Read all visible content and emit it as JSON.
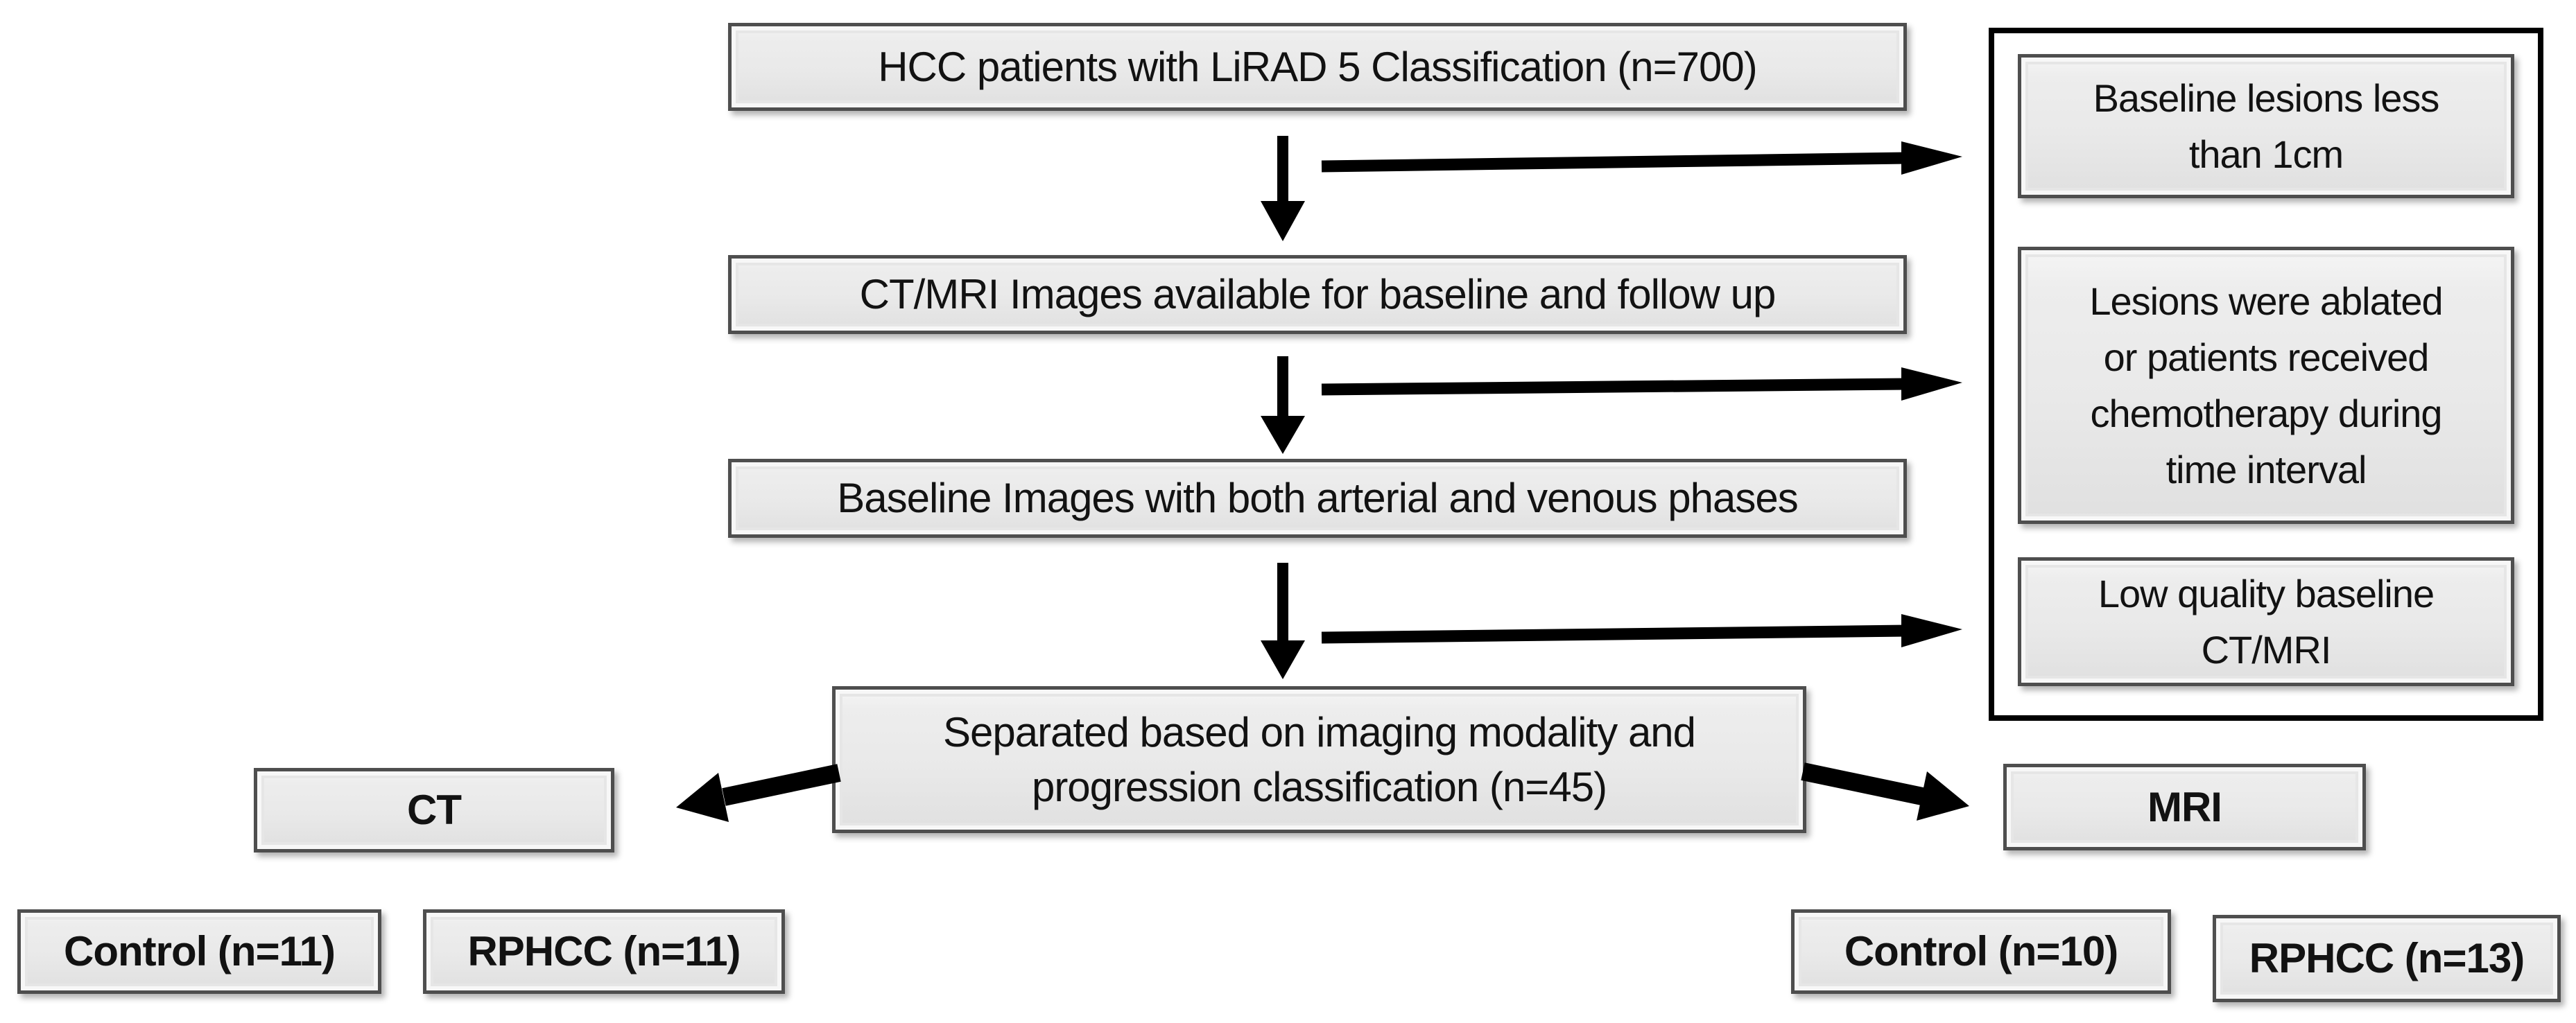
{
  "flowchart": {
    "main_flow": [
      {
        "id": "hcc",
        "label": "HCC patients with LiRAD 5 Classification (n=700)"
      },
      {
        "id": "images",
        "label": "CT/MRI Images available for baseline and follow up"
      },
      {
        "id": "phases",
        "label": "Baseline Images with both arterial and venous phases"
      },
      {
        "id": "separated",
        "label": "Separated based on imaging modality and\nprogression classification (n=45)"
      }
    ],
    "exclusions": {
      "items": [
        {
          "label": "Baseline lesions less\nthan 1cm"
        },
        {
          "label": "Lesions were ablated\nor patients received\nchemotherapy during\ntime interval"
        },
        {
          "label": "Low quality baseline\nCT/MRI"
        }
      ]
    },
    "branches": {
      "ct": {
        "label": "CT",
        "groups": [
          {
            "label": "Control (n=11)"
          },
          {
            "label": "RPHCC (n=11)"
          }
        ]
      },
      "mri": {
        "label": "MRI",
        "groups": [
          {
            "label": "Control (n=10)"
          },
          {
            "label": "RPHCC (n=13)"
          }
        ]
      }
    },
    "colors": {
      "box_fill": "#e9e9e9",
      "box_border": "#4e4e4e",
      "container_border": "#000000",
      "arrow": "#000000",
      "text": "#121212",
      "background": "#ffffff"
    }
  }
}
